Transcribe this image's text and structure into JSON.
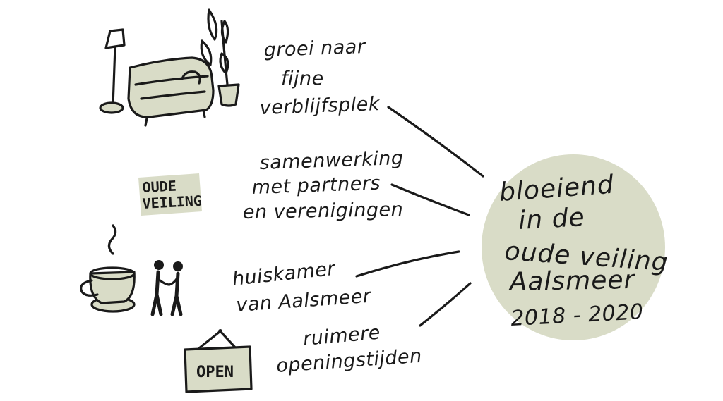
{
  "colors": {
    "ink": "#1a1a1a",
    "accent": "#d9dcc7",
    "background": "#ffffff"
  },
  "center": {
    "line1": "bloeiend",
    "line2": "in de",
    "line3": "oude veiling",
    "line4": "Aalsmeer",
    "years": "2018 - 2020"
  },
  "labels": {
    "verblijf": [
      "groei naar",
      "fijne",
      "verblijfsplek"
    ],
    "samenwerking": [
      "samenwerking",
      "met partners",
      "en verenigingen"
    ],
    "huiskamer": [
      "huiskamer",
      "van Aalsmeer"
    ],
    "openingstijden": [
      "ruimere",
      "openingstijden"
    ]
  },
  "badge": [
    "OUDE",
    "VEILING"
  ],
  "sign": "OPEN",
  "icons": [
    "lamp-icon",
    "sofa-icon",
    "plant-icon",
    "coffee-cup-icon",
    "handshake-people-icon",
    "open-sign-icon"
  ]
}
